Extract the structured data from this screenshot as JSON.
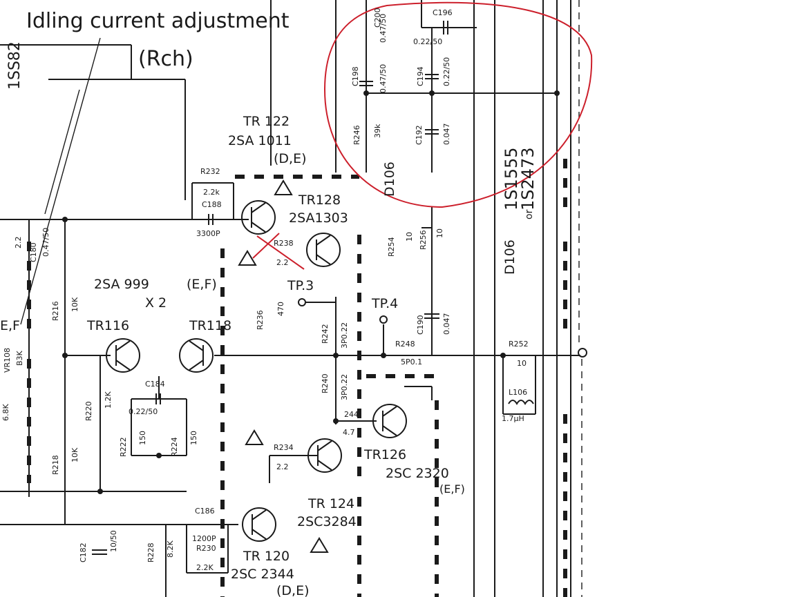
{
  "colors": {
    "ink": "#1a1a1a",
    "annotation": "#cc1f2b",
    "paper": "#ffffff"
  },
  "title": {
    "line1": "Idling current adjustment",
    "line2": "(Rch)",
    "side_label": "1SS82"
  },
  "transistors": {
    "tr122": {
      "name": "TR 122",
      "part": "2SA 1011",
      "grade": "(D,E)"
    },
    "tr128": {
      "name": "TR128",
      "part": "2SA1303"
    },
    "tr116": {
      "name": "TR116"
    },
    "tr118": {
      "name": "TR118"
    },
    "pair": {
      "part": "2SA 999",
      "grade": "(E,F)",
      "count": "X 2"
    },
    "tr126": {
      "name": "TR126",
      "part": "2SC 2320",
      "grade": "(E,F)"
    },
    "tr124": {
      "name": "TR 124",
      "part": "2SC3284"
    },
    "tr120": {
      "name": "TR 120",
      "part": "2SC 2344",
      "grade": "(D,E)"
    }
  },
  "diodes": {
    "d106_top": "D106",
    "d106_right": "D106",
    "alt_part_1": "1S1555",
    "alt_part_2": "1S2473",
    "alt_or": "or"
  },
  "test_points": {
    "tp3": "TP.3",
    "tp4": "TP.4"
  },
  "components": {
    "c200": "C200",
    "c200_val": "0.47/50",
    "c196": "C196",
    "c196_val": "0.22/50",
    "c198": "C198",
    "c198_val": "0.47/50",
    "c194": "C194",
    "c194_val": "0.22/50",
    "r246": "R246",
    "r246_val": "39k",
    "c192": "C192",
    "c192_val": "0.047",
    "r232": "R232",
    "r232_val": "2.2k",
    "c188": "C188",
    "c188_val": "3300P",
    "r238": "R238",
    "r238_val": "2.2",
    "r236": "R236",
    "r236_val": "470",
    "r234": "R234",
    "r234_val": "2.2",
    "r254": "R254",
    "r254_val": "10",
    "r256": "R256",
    "r256_val": "10",
    "r242": "R242",
    "r242_val": "3P0.22",
    "r240": "R240",
    "r240_val": "3P0.22",
    "c190": "C190",
    "c190_val": "0.047",
    "r248": "R248",
    "r248_val": "5P0.1",
    "r252": "R252",
    "r252_val": "10",
    "l106": "L106",
    "l106_val": "1.7μH",
    "r244": "244",
    "r244_val": "4.7",
    "c180": "C180",
    "c180_val": "0.47/50",
    "c180_top": "2.2",
    "r216": "R216",
    "r216_val": "10K",
    "vr108": "VR108",
    "vr108_val": "B3K",
    "r220": "R220",
    "r220_val": "1.2K",
    "c184": "C184",
    "c184_val": "0.22/50",
    "r222": "R222",
    "r222_val": "150",
    "r224": "R224",
    "r224_val": "150",
    "r218": "R218",
    "r218_val": "10K",
    "left_val": "6.8K",
    "left_ef": "E,F",
    "c186": "C186",
    "c186_val": "1200P",
    "r230": "R230",
    "r230_val": "2.2K",
    "c182": "C182",
    "c182_val": "10/50",
    "r228": "R228",
    "r228_val": "8.2K"
  }
}
